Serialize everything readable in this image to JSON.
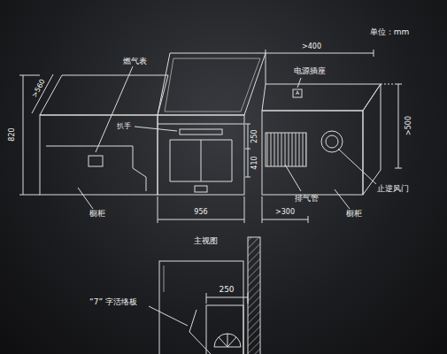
{
  "diagram": {
    "labels": [
      "单位：mm",
      ">400",
      "电源插座",
      "A",
      ">500",
      ">560",
      "燃气表",
      "扒手",
      "820",
      "250",
      "410",
      "956",
      "排气管",
      ">300",
      "止逆风门",
      "橱柜",
      "橱柜",
      "主视图",
      "250",
      "“7” 字活络板"
    ]
  }
}
